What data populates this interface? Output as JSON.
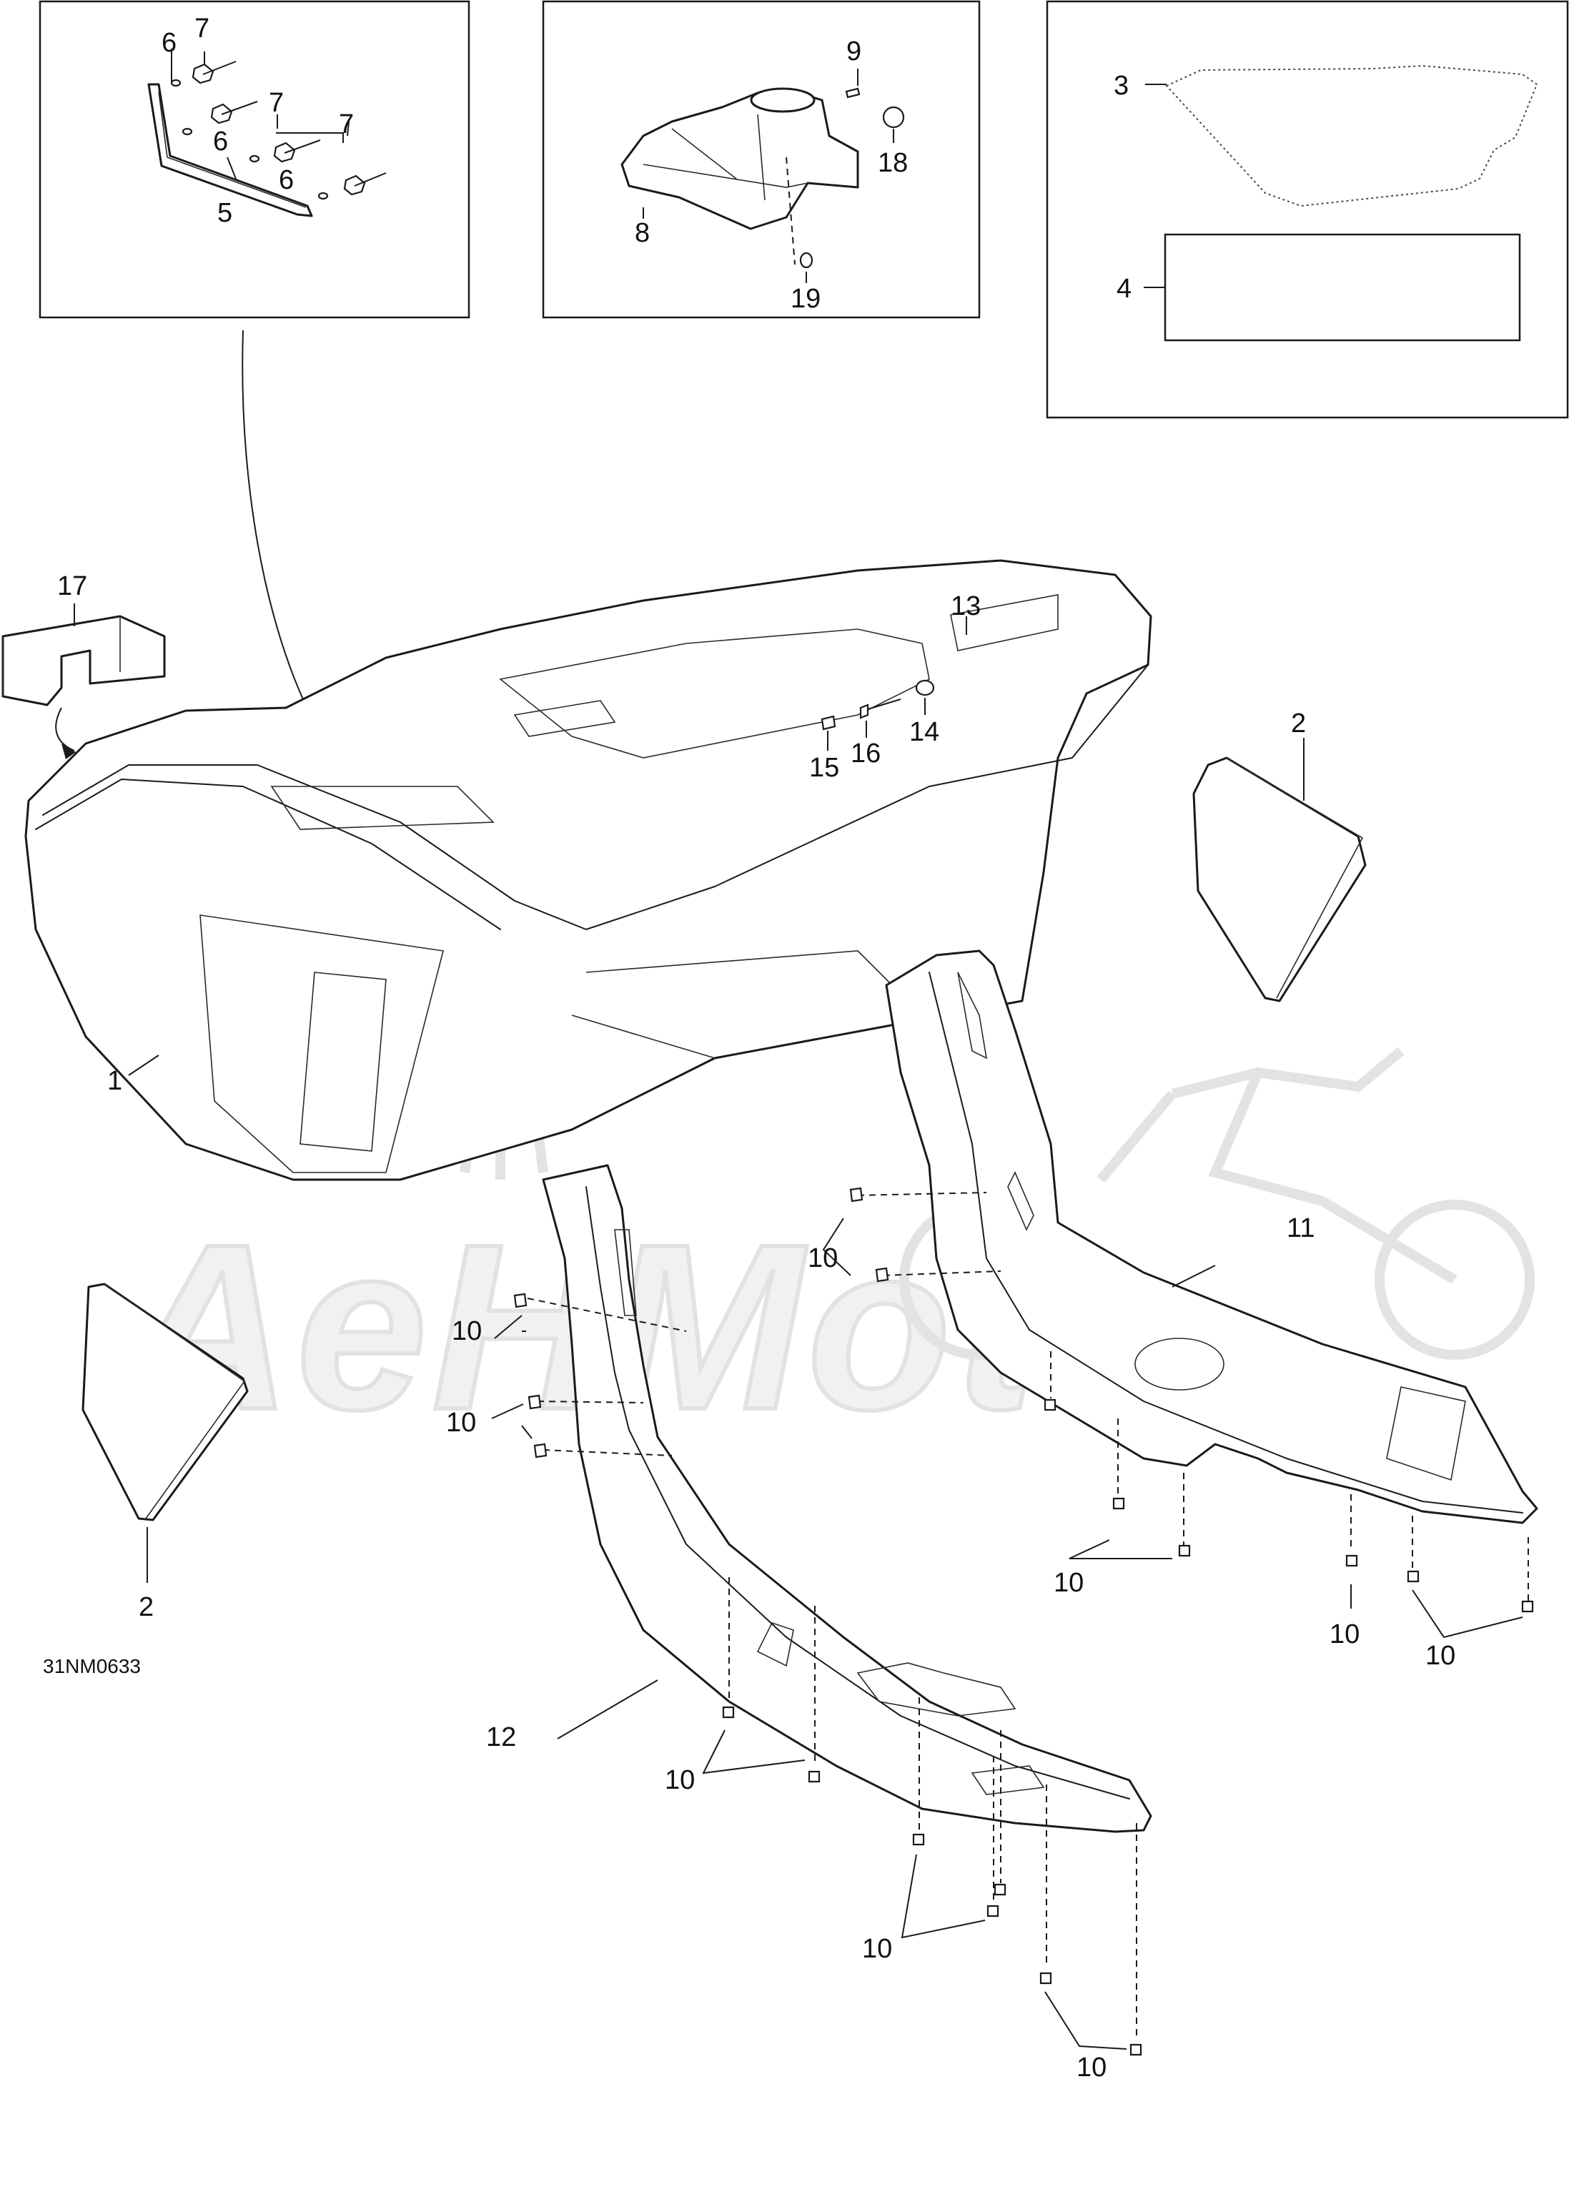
{
  "diagram_code": "31NM0633",
  "callouts": {
    "c1": "1",
    "c2a": "2",
    "c2b": "2",
    "c3": "3",
    "c4": "4",
    "c5": "5",
    "c6a": "6",
    "c6b": "6",
    "c6c": "6",
    "c7a": "7",
    "c7b": "7",
    "c7c": "7",
    "c8": "8",
    "c9": "9",
    "c10a": "10",
    "c10b": "10",
    "c10c": "10",
    "c10d": "10",
    "c10e": "10",
    "c10f": "10",
    "c10g": "10",
    "c10h": "10",
    "c10i": "10",
    "c11": "11",
    "c12": "12",
    "c13": "13",
    "c14": "14",
    "c15": "15",
    "c16": "16",
    "c17": "17",
    "c18": "18",
    "c19": "19"
  },
  "watermark": "AeHMoto"
}
